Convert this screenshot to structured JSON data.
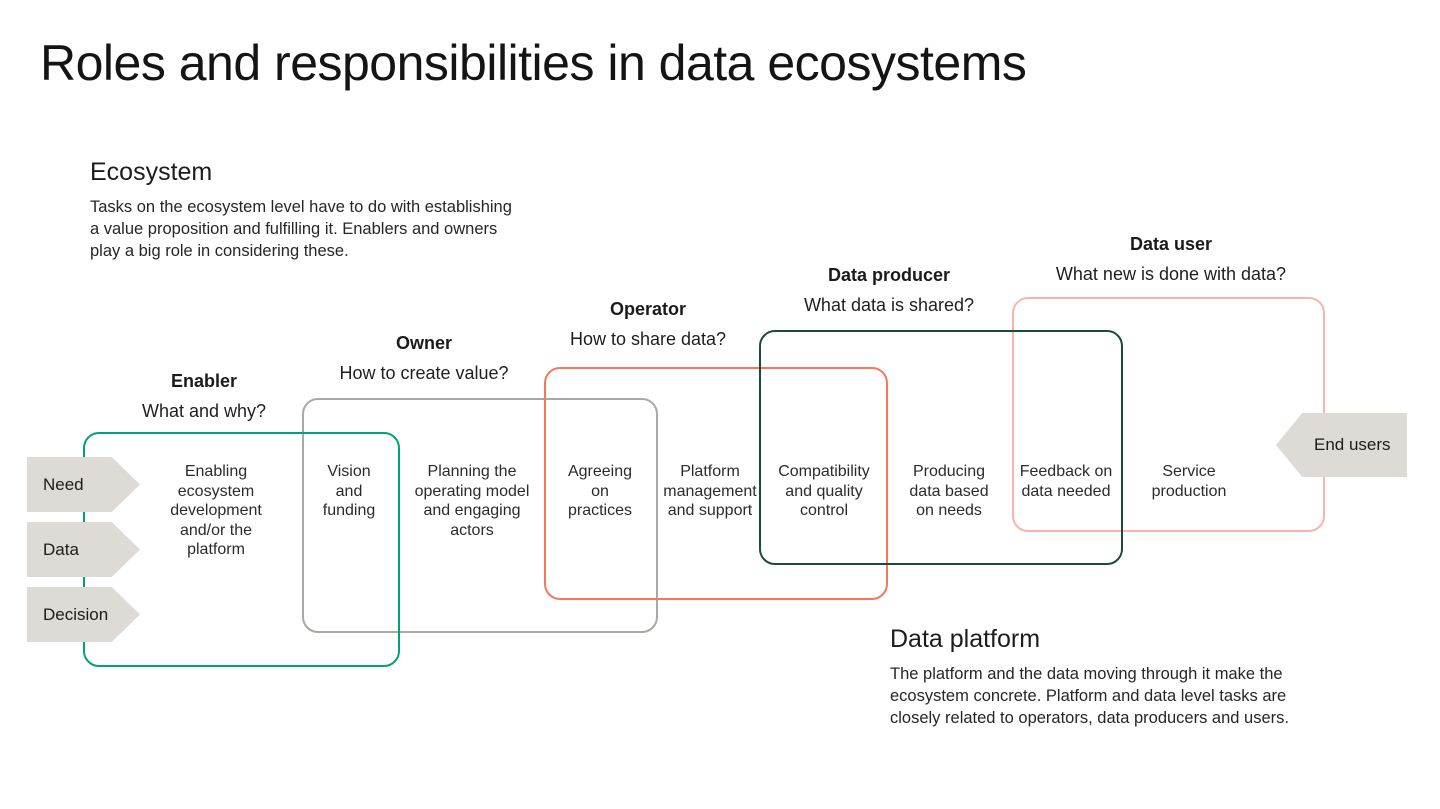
{
  "title": "Roles and responsibilities in data ecosystems",
  "sections": {
    "ecosystem": {
      "heading": "Ecosystem",
      "body": "Tasks on the ecosystem level have to do with establishing\na value proposition and fulfilling it. Enablers and owners\nplay a big role in considering these."
    },
    "data_platform": {
      "heading": "Data platform",
      "body": "The platform and the data moving through it make the\necosystem concrete. Platform and data level tasks are\nclosely related to operators, data producers and users."
    }
  },
  "roles": [
    {
      "id": "enabler",
      "name": "Enabler",
      "question": "What and why?",
      "color": "#00a377"
    },
    {
      "id": "owner",
      "name": "Owner",
      "question": "How to create value?",
      "color": "#aba8a3"
    },
    {
      "id": "operator",
      "name": "Operator",
      "question": "How to share data?",
      "color": "#f4795c"
    },
    {
      "id": "data-producer",
      "name": "Data producer",
      "question": "What data is shared?",
      "color": "#1d4a3f"
    },
    {
      "id": "data-user",
      "name": "Data user",
      "question": "What new is done with data?",
      "color": "#f9b4ab"
    }
  ],
  "tasks": [
    {
      "label": "Enabling\necosystem\ndevelopment\nand/or the\nplatform"
    },
    {
      "label": "Vision\nand\nfunding"
    },
    {
      "label": "Planning the\noperating model\nand engaging\nactors"
    },
    {
      "label": "Agreeing\non\npractices"
    },
    {
      "label": "Platform\nmanagement\nand support"
    },
    {
      "label": "Compatibility\nand quality\ncontrol"
    },
    {
      "label": "Producing\ndata based\non needs"
    },
    {
      "label": "Feedback on\ndata needed"
    },
    {
      "label": "Service\nproduction"
    }
  ],
  "inputs": [
    {
      "label": "Need"
    },
    {
      "label": "Data"
    },
    {
      "label": "Decision"
    }
  ],
  "output": {
    "label": "End users"
  },
  "colors": {
    "arrow_fill": "#dedad5",
    "background": "#ffffff"
  }
}
